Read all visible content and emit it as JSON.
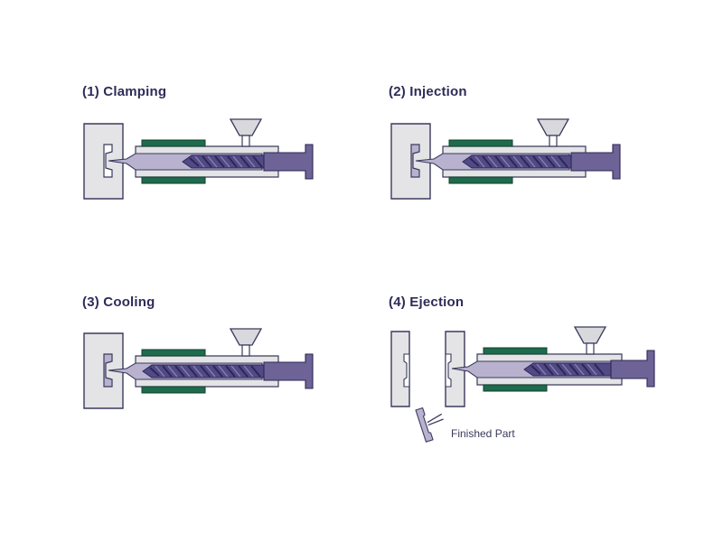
{
  "steps": [
    {
      "label": "(1) Clamping"
    },
    {
      "label": "(2) Injection"
    },
    {
      "label": "(3) Cooling"
    },
    {
      "label": "(4) Ejection"
    }
  ],
  "finished_part_label": "Finished Part",
  "colors": {
    "title": "#2e2c57",
    "heater_band": "#1e6b4d",
    "screw": "#524a86",
    "melt": "#b9b2cf",
    "mold_plate": "#e4e4e6",
    "outline": "#3a3a5e"
  }
}
